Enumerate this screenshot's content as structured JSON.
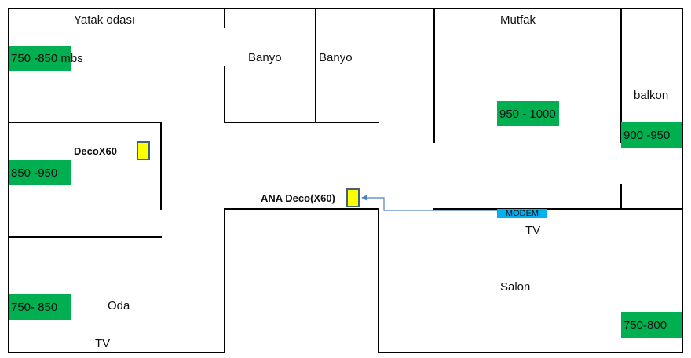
{
  "rooms": {
    "bedroom": "Yatak odası",
    "bath1": "Banyo",
    "bath2": "Banyo",
    "kitchen": "Mutfak",
    "balcony": "balkon",
    "room": "Oda",
    "living": "Salon"
  },
  "tv": {
    "room": "TV",
    "living": "TV"
  },
  "speeds": {
    "bedroom": "750 -850 mbs",
    "kitchen": "950 - 1000",
    "balcony": "900 -950",
    "deco_room": "850 -950",
    "room": "750- 850",
    "living": "750-800"
  },
  "devices": {
    "satellite": "DecoX60",
    "main": "ANA Deco(X60)",
    "modem": "MODEM"
  },
  "colors": {
    "speed_bg": "#00b050",
    "node_fill": "#ffff00",
    "node_border": "#41617d",
    "modem_bg": "#00b0f0",
    "arrow": "#4f81bd"
  }
}
